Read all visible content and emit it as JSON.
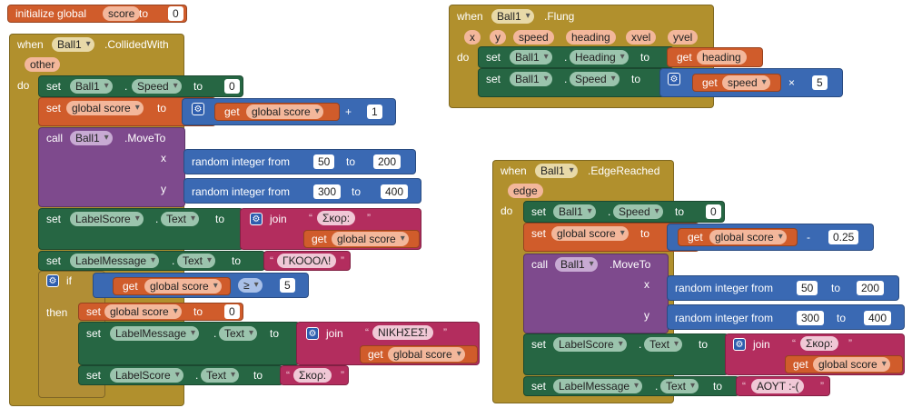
{
  "init_global": {
    "label": "initialize global",
    "name": "score",
    "to": "to",
    "value": "0"
  },
  "collided": {
    "when": "when",
    "component": "Ball1",
    "event": ".CollidedWith",
    "param": "other",
    "do": "do",
    "set_speed": {
      "set": "set",
      "comp": "Ball1",
      "dot": ".",
      "prop": "Speed",
      "to": "to",
      "value": "0"
    },
    "set_score": {
      "set": "set",
      "var": "global score",
      "to": "to",
      "get": "get",
      "getvar": "global score",
      "op": "+",
      "value": "1"
    },
    "call": {
      "call": "call",
      "comp": "Ball1",
      "method": ".MoveTo",
      "x": "x",
      "y": "y",
      "rand_label": "random integer from",
      "and": "to",
      "x_from": "50",
      "x_to": "200",
      "y_from": "300",
      "y_to": "400"
    },
    "set_label_score": {
      "set": "set",
      "comp": "LabelScore",
      "dot": ".",
      "prop": "Text",
      "to": "to",
      "join": "join",
      "text": "Σκορ:",
      "get": "get",
      "getvar": "global score"
    },
    "set_label_message": {
      "set": "set",
      "comp": "LabelMessage",
      "dot": ".",
      "prop": "Text",
      "to": "to",
      "text": "ΓΚΟΟΟΛ!"
    },
    "if_block": {
      "if": "if",
      "then": "then",
      "get": "get",
      "getvar": "global score",
      "cmp": "≥",
      "value": "5",
      "set_score": {
        "set": "set",
        "var": "global score",
        "to": "to",
        "value": "0"
      },
      "set_msg": {
        "set": "set",
        "comp": "LabelMessage",
        "dot": ".",
        "prop": "Text",
        "to": "to",
        "join": "join",
        "text": "ΝΙΚΗΣΕΣ!",
        "get": "get",
        "getvar": "global score"
      },
      "set_score_lbl": {
        "set": "set",
        "comp": "LabelScore",
        "dot": ".",
        "prop": "Text",
        "to": "to",
        "text": "Σκορ:"
      }
    }
  },
  "flung": {
    "when": "when",
    "component": "Ball1",
    "event": ".Flung",
    "params": [
      "x",
      "y",
      "speed",
      "heading",
      "xvel",
      "yvel"
    ],
    "do": "do",
    "set_heading": {
      "set": "set",
      "comp": "Ball1",
      "dot": ".",
      "prop": "Heading",
      "to": "to",
      "get": "get",
      "getvar": "heading"
    },
    "set_speed": {
      "set": "set",
      "comp": "Ball1",
      "dot": ".",
      "prop": "Speed",
      "to": "to",
      "get": "get",
      "getvar": "speed",
      "op": "×",
      "value": "5"
    }
  },
  "edge": {
    "when": "when",
    "component": "Ball1",
    "event": ".EdgeReached",
    "param": "edge",
    "do": "do",
    "set_speed": {
      "set": "set",
      "comp": "Ball1",
      "dot": ".",
      "prop": "Speed",
      "to": "to",
      "value": "0"
    },
    "set_score": {
      "set": "set",
      "var": "global score",
      "to": "to",
      "get": "get",
      "getvar": "global score",
      "op": "-",
      "value": "0.25"
    },
    "call": {
      "call": "call",
      "comp": "Ball1",
      "method": ".MoveTo",
      "x": "x",
      "y": "y",
      "rand_label": "random integer from",
      "and": "to",
      "x_from": "50",
      "x_to": "200",
      "y_from": "300",
      "y_to": "400"
    },
    "set_label_score": {
      "set": "set",
      "comp": "LabelScore",
      "dot": ".",
      "prop": "Text",
      "to": "to",
      "join": "join",
      "text": "Σκορ:",
      "get": "get",
      "getvar": "global score"
    },
    "set_label_message": {
      "set": "set",
      "comp": "LabelMessage",
      "dot": ".",
      "prop": "Text",
      "to": "to",
      "text": "ΑΟΥΤ :-("
    }
  },
  "colors": {
    "event": "#b1902d",
    "variable": "#d05c2b",
    "setter": "#266643",
    "call": "#7e4a8d",
    "math": "#3a69b3",
    "text": "#b32d5e"
  }
}
